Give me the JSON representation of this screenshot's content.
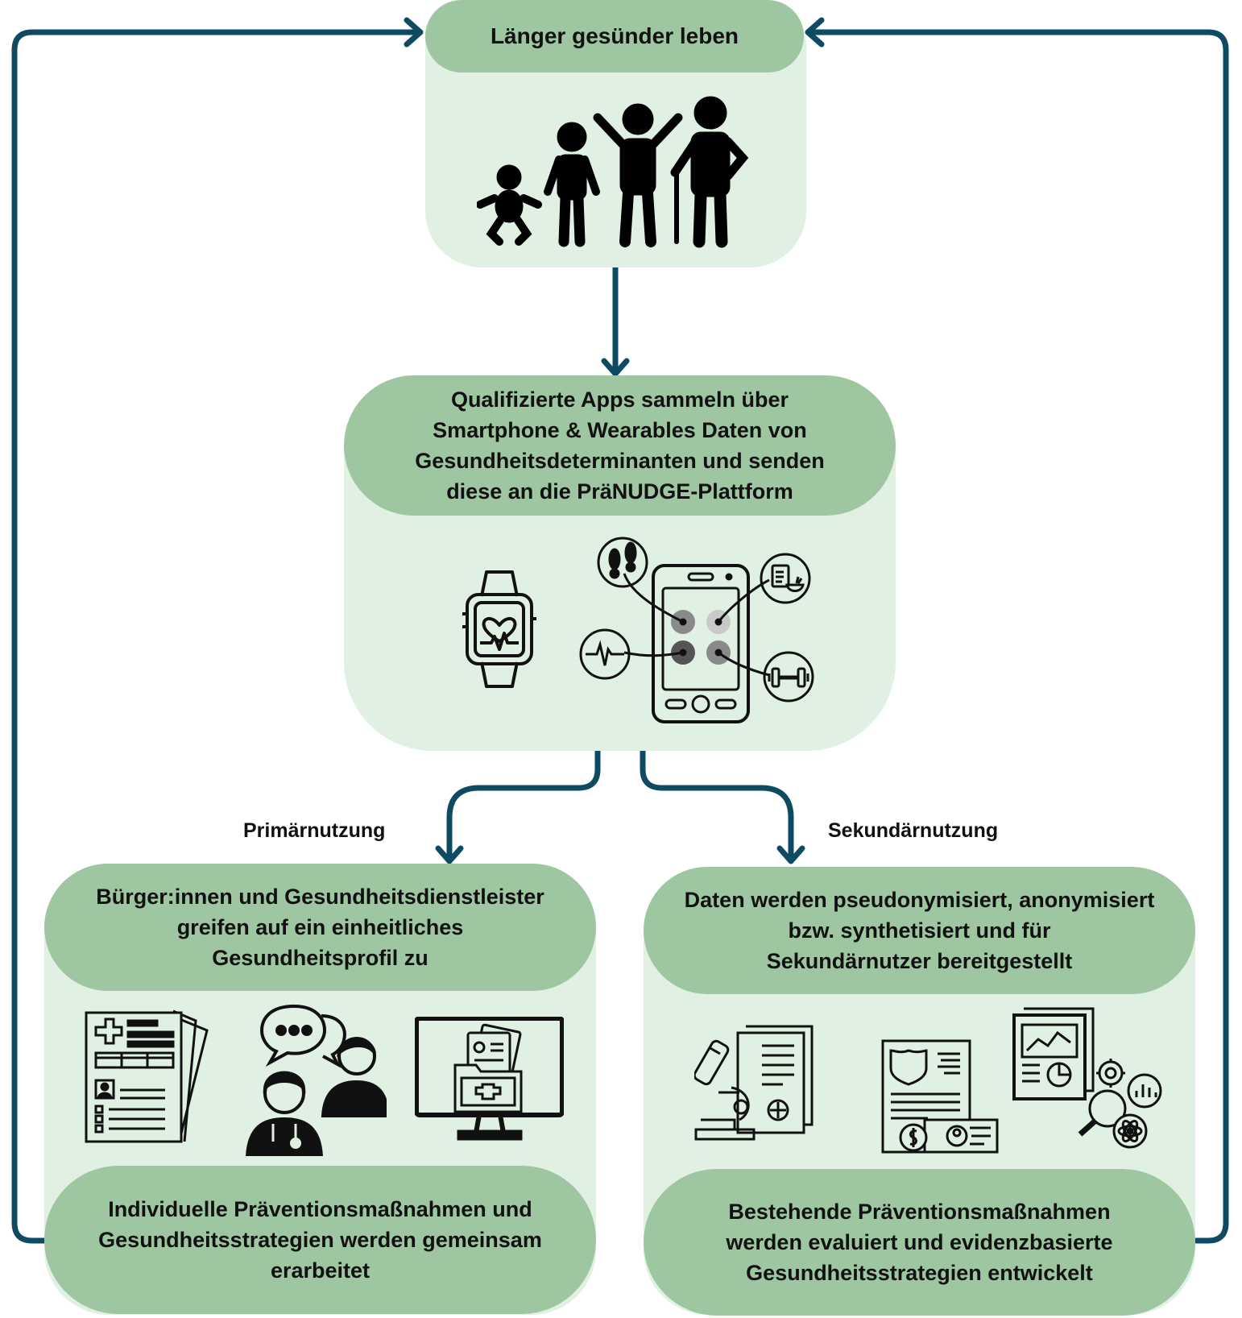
{
  "colors": {
    "panel_light": "#e0f1e3",
    "pill": "#9dc6a1",
    "arrow": "#0e4b63"
  },
  "top": {
    "title": "Länger gesünder leben",
    "icon": "family-generations-icon"
  },
  "middle": {
    "lines": [
      "Qualifizierte Apps sammeln über",
      "Smartphone & Wearables Daten von",
      "Gesundheitsdeterminanten und senden",
      "diese an die PräNUDGE-Plattform"
    ],
    "icons": [
      "smartwatch-heart-icon",
      "smartphone-apps-icon",
      "footprints-icon",
      "nutrition-checklist-icon",
      "heartbeat-icon",
      "dumbbell-icon"
    ]
  },
  "labels": {
    "primary": "Primärnutzung",
    "secondary": "Sekundärnutzung"
  },
  "left": {
    "header_lines": [
      "Bürger:innen und Gesundheitsdienstleister",
      "greifen auf ein einheitliches",
      "Gesundheitsprofil zu"
    ],
    "footer_lines": [
      "Individuelle Präventionsmaßnahmen und",
      "Gesundheitsstrategien werden gemeinsam",
      "erarbeitet"
    ],
    "icons": [
      "medical-record-icon",
      "doctor-patient-chat-icon",
      "monitor-health-folder-icon"
    ]
  },
  "right": {
    "header_lines": [
      "Daten werden pseudonymisiert, anonymisiert",
      "bzw. synthetisiert und für",
      "Sekundärnutzer bereitgestellt"
    ],
    "footer_lines": [
      "Bestehende Präventionsmaßnahmen",
      "werden evaluiert und evidenzbasierte",
      "Gesundheitsstrategien entwickelt"
    ],
    "icons": [
      "microscope-report-icon",
      "insurance-document-icon",
      "data-analytics-icon"
    ]
  }
}
